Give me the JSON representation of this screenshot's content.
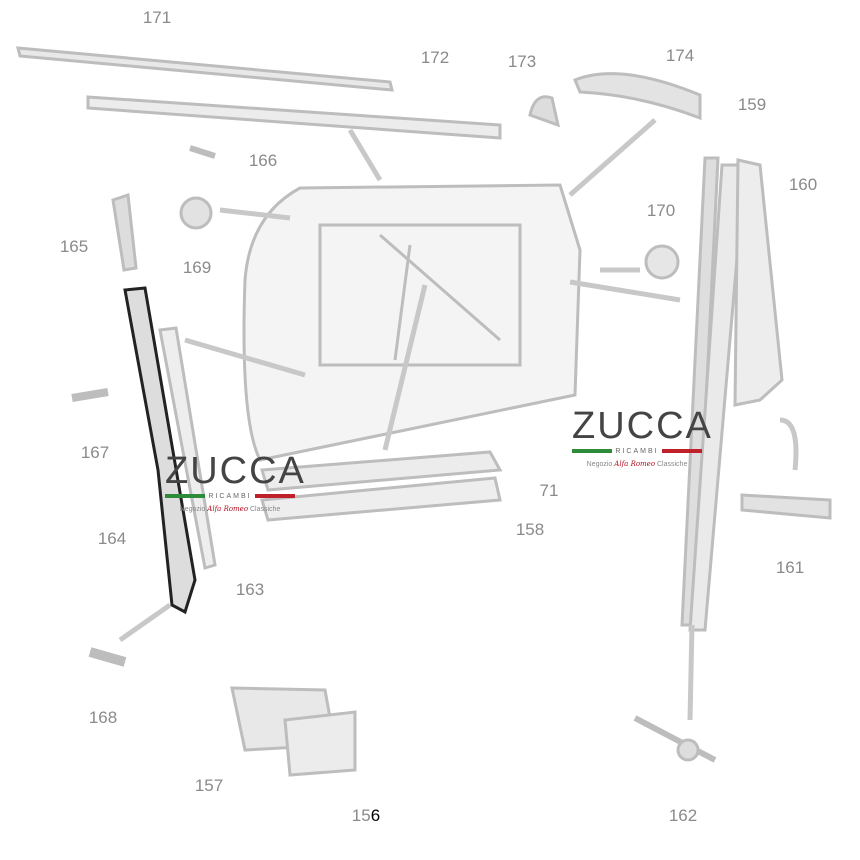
{
  "part_labels": {
    "p171": "171",
    "p172": "172",
    "p173": "173",
    "p174": "174",
    "p159": "159",
    "p160": "160",
    "p166": "166",
    "p165": "165",
    "p169": "169",
    "p170": "170",
    "p167": "167",
    "p71": "71",
    "p158": "158",
    "p164": "164",
    "p163": "163",
    "p161": "161",
    "p168": "168",
    "p157": "157",
    "p156a": "15",
    "p156b": "6",
    "p162": "162"
  },
  "watermark": {
    "brand": "ZUCCA",
    "sub": "RICAMBI",
    "tag_left": "Negozio",
    "tag_mid": "Alfa Romeo",
    "tag_right": "Classiche",
    "colors": {
      "green": "#2e8b3a",
      "red": "#c0202a"
    }
  }
}
